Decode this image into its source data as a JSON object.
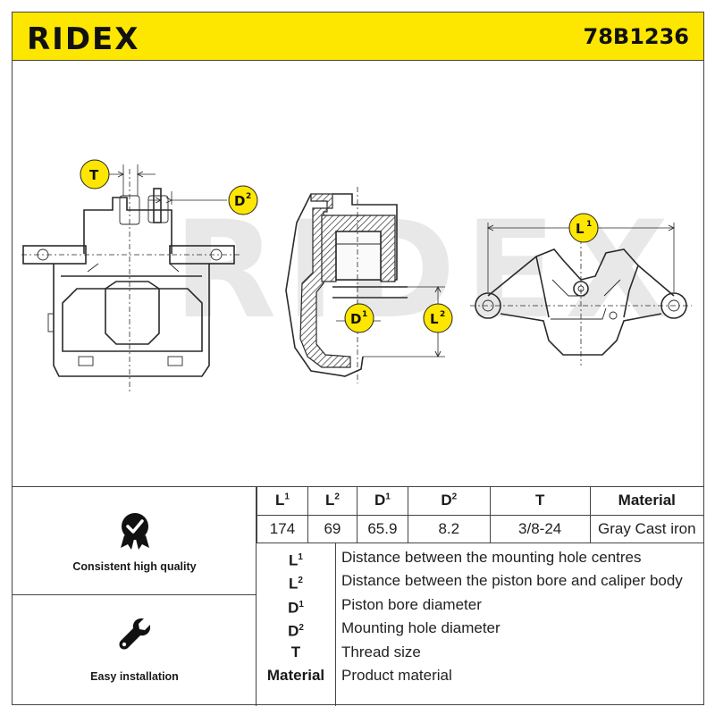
{
  "brand": {
    "logo_text": "RIDEX",
    "part_number": "78B1236",
    "accent": "#fde700"
  },
  "drawing": {
    "watermark": "RIDEX",
    "bubbles": {
      "t": "T",
      "d2": "D",
      "d2_sup": "2",
      "d1": "D",
      "d1_sup": "1",
      "l2": "L",
      "l2_sup": "2",
      "l1": "L",
      "l1_sup": "1"
    }
  },
  "features": [
    {
      "label": "Consistent high quality",
      "icon": "quality-badge-icon"
    },
    {
      "label": "Easy installation",
      "icon": "wrench-icon"
    }
  ],
  "specs": {
    "headers": [
      {
        "key": "L",
        "sup": "1"
      },
      {
        "key": "L",
        "sup": "2"
      },
      {
        "key": "D",
        "sup": "1"
      },
      {
        "key": "D",
        "sup": "2"
      },
      {
        "key": "T",
        "sup": ""
      },
      {
        "key": "Material",
        "sup": ""
      }
    ],
    "values": [
      "174",
      "69",
      "65.9",
      "8.2",
      "3/8-24",
      "Gray Cast iron"
    ]
  },
  "legend": [
    {
      "key": "L",
      "sup": "1",
      "desc": "Distance between the mounting hole centres"
    },
    {
      "key": "L",
      "sup": "2",
      "desc": "Distance between the piston bore and caliper body"
    },
    {
      "key": "D",
      "sup": "1",
      "desc": "Piston bore diameter"
    },
    {
      "key": "D",
      "sup": "2",
      "desc": "Mounting hole diameter"
    },
    {
      "key": "T",
      "sup": "",
      "desc": "Thread size"
    },
    {
      "key": "Material",
      "sup": "",
      "desc": "Product material"
    }
  ]
}
